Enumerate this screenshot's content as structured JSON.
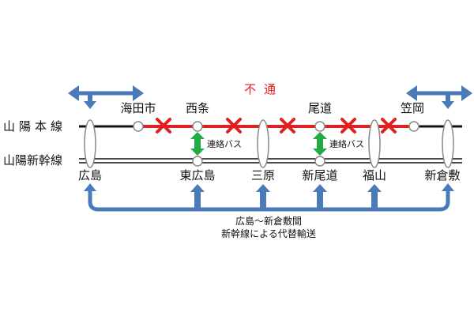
{
  "lines": {
    "conventional": "山陽本線",
    "shinkansen": "山陽新幹線"
  },
  "suspended_label": "不通",
  "bus_label": "連絡バス",
  "stations": {
    "hiroshima": "広島",
    "kaitaichi": "海田市",
    "saijo": "西条",
    "higashihiroshima": "東広島",
    "mihara": "三原",
    "onomichi": "尾道",
    "shinonomichi": "新尾道",
    "fukuyama": "福山",
    "kasaoka": "笠岡",
    "shinkurashiki": "新倉敷"
  },
  "substitute": {
    "line1": "広島～新倉敷間",
    "line2": "新幹線による代替輸送"
  },
  "colors": {
    "suspended_line": "#e02020",
    "cross_mark": "#e02020",
    "arrow_blue": "#4a7ab8",
    "bus_green": "#22aa44"
  }
}
